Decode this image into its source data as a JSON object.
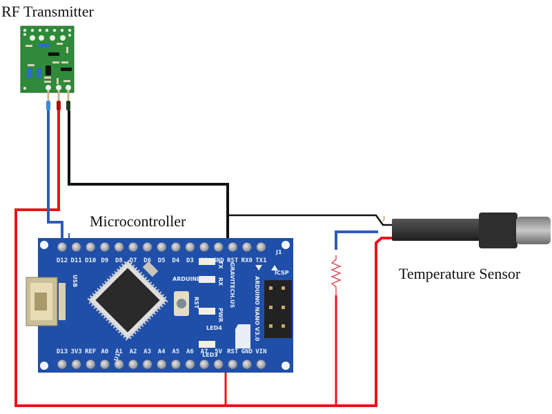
{
  "labels": {
    "rf_transmitter": "RF Transmitter",
    "microcontroller": "Microcontroller",
    "temperature_sensor": "Temperature Sensor"
  },
  "board": {
    "top_pins": [
      "D12",
      "D11",
      "D10",
      "D9",
      "D8",
      "D7",
      "D6",
      "D5",
      "D4",
      "D3",
      "D2",
      "GND",
      "RST",
      "RX0",
      "TX1"
    ],
    "bottom_pins": [
      "D13",
      "3V3",
      "REF",
      "A0",
      "A1",
      "A2",
      "A3",
      "A4",
      "A5",
      "A6",
      "A7",
      "5V",
      "RST",
      "GND",
      "VIN"
    ],
    "silkscreen": {
      "usb": "USB",
      "led_c": "ARDUINLEDC",
      "tx": "TX",
      "rx": "RX",
      "pwr": "PWR",
      "led4": "LED4",
      "led3": "LED3",
      "rst": "RST",
      "icsp": "ICSP",
      "j1": "J1",
      "name": "ARDUINO NANO V3.0",
      "maker": "GRAVITECH.US",
      "chip": "U1"
    },
    "colors": {
      "pcb": "#1f4fa8",
      "chip": "#2a2a2a",
      "pin": "#b9bcc2"
    }
  },
  "wires": {
    "colors": {
      "vcc": "#e8141a",
      "data": "#2e5db3",
      "gnd": "#111111"
    }
  },
  "rf_module": {
    "colors": {
      "pcb": "#2f8a3a"
    }
  },
  "sensor": {
    "colors": {
      "cable": "#333333",
      "probe": "#9a9a9a"
    }
  }
}
